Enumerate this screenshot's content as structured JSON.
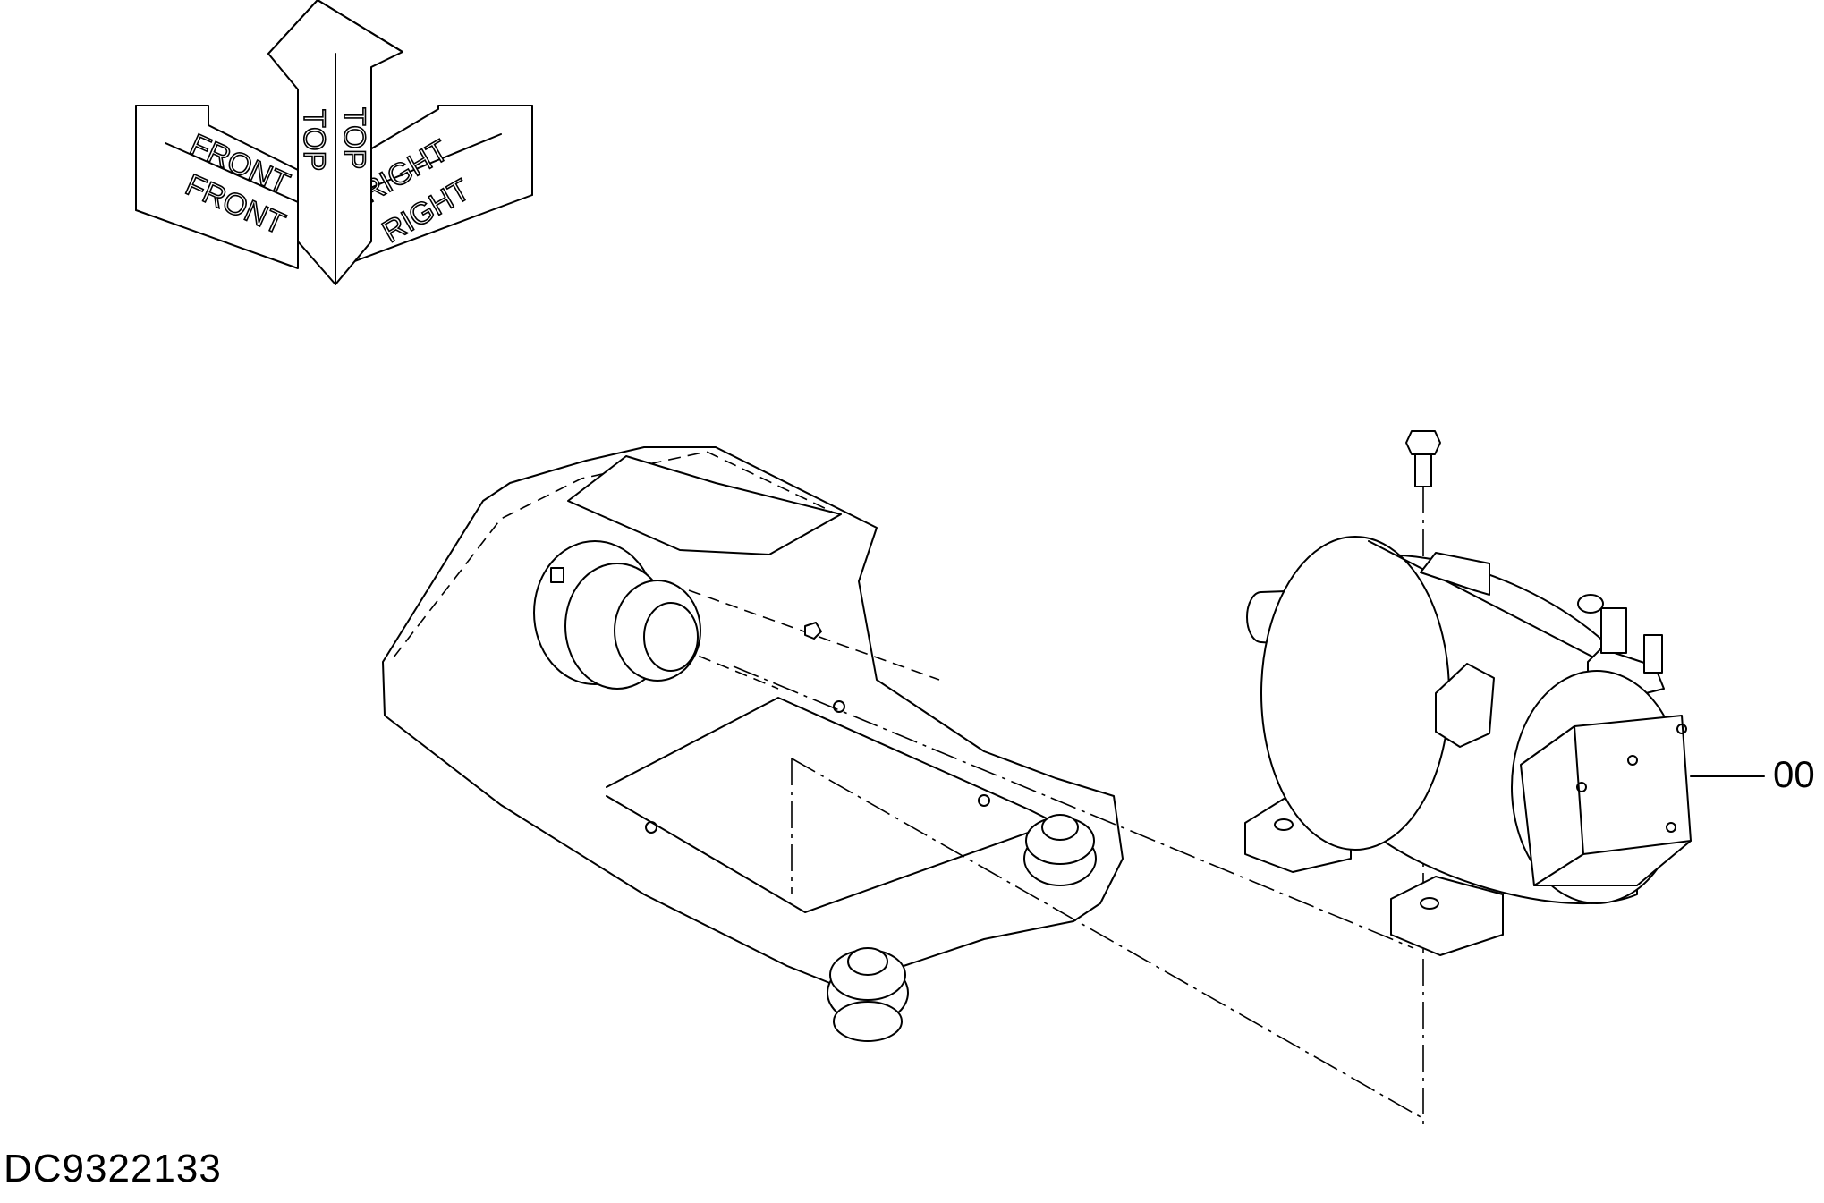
{
  "drawing_id": "DC9322133",
  "orientation": {
    "front_label": "FRONT",
    "top_label": "TOP",
    "right_label": "RIGHT"
  },
  "callouts": [
    {
      "label": "00",
      "target": "motor"
    }
  ]
}
